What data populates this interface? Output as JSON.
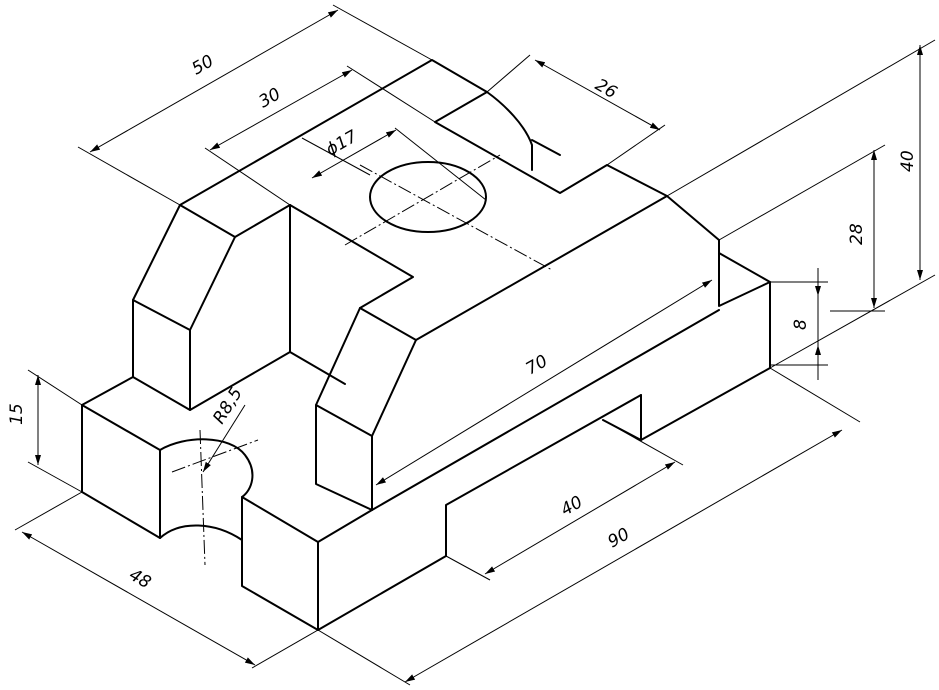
{
  "dimensions": {
    "d50": "50",
    "d30": "30",
    "d26": "26",
    "d17": "ϕ17",
    "d40_height": "40",
    "d28": "28",
    "d8": "8",
    "d70": "70",
    "d40_length": "40",
    "d90": "90",
    "d48": "48",
    "d15": "15",
    "r85": "R8,5"
  }
}
